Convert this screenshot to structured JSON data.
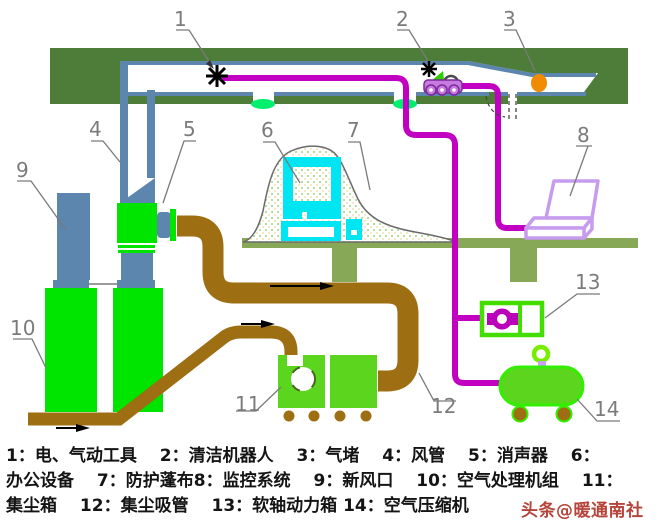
{
  "diagram": {
    "callouts": [
      {
        "num": "1",
        "name": "电、气动工具"
      },
      {
        "num": "2",
        "name": "清洁机器人"
      },
      {
        "num": "3",
        "name": "气堵"
      },
      {
        "num": "4",
        "name": "风管"
      },
      {
        "num": "5",
        "name": "消声器"
      },
      {
        "num": "6",
        "name": "办公设备"
      },
      {
        "num": "7",
        "name": "防护蓬布"
      },
      {
        "num": "8",
        "name": "监控系统"
      },
      {
        "num": "9",
        "name": "新风口"
      },
      {
        "num": "10",
        "name": "空气处理机组"
      },
      {
        "num": "11",
        "name": "集尘箱"
      },
      {
        "num": "12",
        "name": "集尘吸管"
      },
      {
        "num": "13",
        "name": "软轴动力箱"
      },
      {
        "num": "14",
        "name": "空气压缩机"
      }
    ],
    "icons": {
      "tool-burst-icon": "✳",
      "robot-burst-icon": "✳",
      "flow-arrow-icon": "→"
    }
  },
  "legend": {
    "lines": [
      "1：电、气动工具　 2：清洁机器人　 3：气堵　 4：风管　 5：消声器　 6：",
      "办公设备　 7：防护蓬布8：监控系统　 9：新风口　 10：空气处理机组　 11：",
      "集尘箱　 12：集尘吸管　 13：软轴动力箱 14：空气压缩机"
    ]
  },
  "watermark": {
    "text": "头条@暖通南社"
  },
  "colors": {
    "ceiling_band": "#4e7d3a",
    "duct_blue": "#5c86ae",
    "bright_green": "#00e500",
    "machine_green": "#5bd51e",
    "box13_green": "#44dd00",
    "vent_green": "#00ef6e",
    "pipe_brown": "#9d6e12",
    "cable_magenta": "#c100c1",
    "robot_violet": "#c77ae0",
    "laptop_purple": "#c79bee",
    "computer_cyan": "#00e5f2",
    "table_olive": "#87a957",
    "plug_orange": "#f08a00",
    "watermark_red": "#b5443a"
  }
}
